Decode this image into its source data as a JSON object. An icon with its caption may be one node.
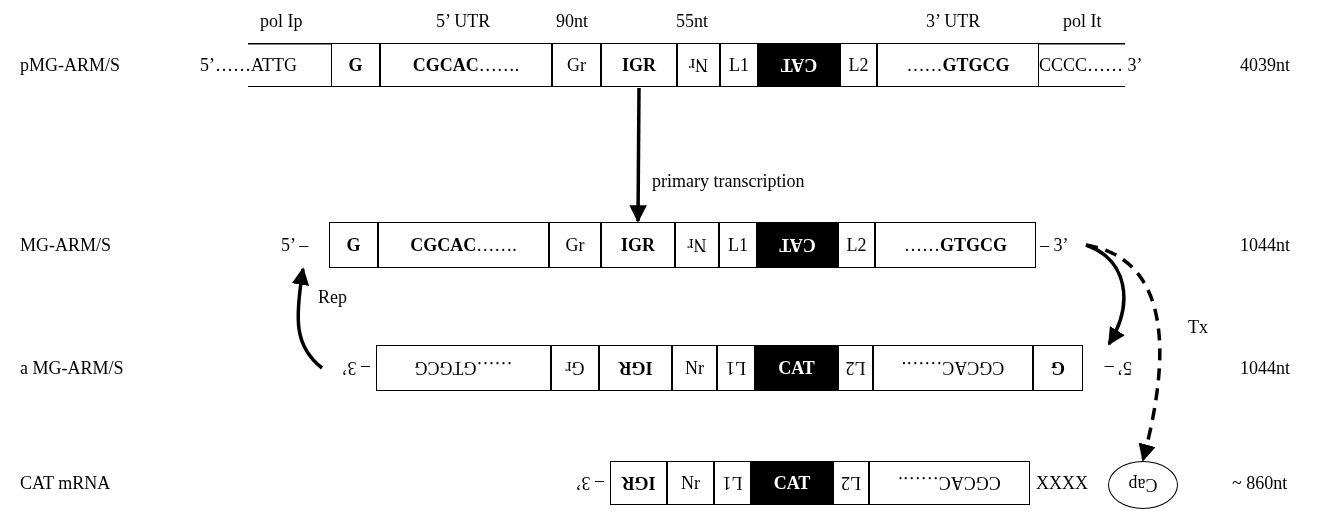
{
  "diagram": {
    "nodes": [
      {
        "text": [
          "5’……ATTG"
        ]
      },
      {
        "text": [
          "G"
        ]
      },
      {
        "text": [
          "**CGCAC**……."
        ]
      },
      {
        "text": [
          "Gr"
        ]
      },
      {
        "text": [
          "IGR"
        ]
      },
      {
        "text": [
          "Nr"
        ]
      },
      {
        "text": [
          "L1"
        ]
      },
      {
        "text": [
          "CAT"
        ]
      },
      {
        "text": [
          "L2"
        ]
      },
      {
        "text": [
          "……**GTGCG**"
        ]
      },
      {
        "text": [
          "CCCC…… 3’"
        ]
      },
      {
        "text": [
          "5’ –"
        ]
      },
      {
        "text": [
          "G"
        ]
      },
      {
        "text": [
          "**CGCAC**……."
        ]
      },
      {
        "text": [
          "Gr"
        ]
      },
      {
        "text": [
          "IGR"
        ]
      },
      {
        "text": [
          "Nr"
        ]
      },
      {
        "text": [
          "L1"
        ]
      },
      {
        "text": [
          "CAT"
        ]
      },
      {
        "text": [
          "L2"
        ]
      },
      {
        "text": [
          "……**GTGCG**"
        ]
      },
      {
        "text": [
          "– 3’"
        ]
      },
      {
        "text": [
          "– 3’"
        ]
      },
      {
        "text": [
          "……GTGCG"
        ]
      },
      {
        "text": [
          "Gr"
        ]
      },
      {
        "text": [
          "IGR"
        ]
      },
      {
        "text": [
          "Nr"
        ]
      },
      {
        "text": [
          "L1"
        ]
      },
      {
        "text": [
          "CAT"
        ]
      },
      {
        "text": [
          "L2"
        ]
      },
      {
        "text": [
          "CGCAC……."
        ]
      },
      {
        "text": [
          "G"
        ]
      },
      {
        "text": [
          "5’ –"
        ]
      },
      {
        "text": [
          "– 3’"
        ]
      },
      {
        "text": [
          "IGR"
        ]
      },
      {
        "text": [
          "Nr"
        ]
      },
      {
        "text": [
          "L1"
        ]
      },
      {
        "text": [
          "CAT"
        ]
      },
      {
        "text": [
          "L2"
        ]
      },
      {
        "text": [
          "CGCAC……."
        ]
      },
      {
        "text": [
          "Cap"
        ]
      }
    ],
    "edges": [
      {
        "from": 4,
        "to": 15,
        "arrow": "to",
        "label": "primary transcription"
      },
      {
        "from": 21,
        "to": 32,
        "arrow": "to"
      },
      {
        "from": 21,
        "to": 40,
        "arrow": "to",
        "label": "Tx",
        "style": "dashed"
      },
      {
        "from": 22,
        "to": 11,
        "arrow": "to",
        "label": "Rep"
      }
    ],
    "labels": [
      "pol Ip",
      "5’ UTR",
      "90nt",
      "55nt",
      "3’ UTR",
      "pol It",
      "pMG-ARM/S",
      "4039nt",
      "MG-ARM/S",
      "1044nt",
      "a MG-ARM/S",
      "1044nt",
      "CAT mRNA",
      "XXXX",
      "~ 860nt"
    ]
  }
}
